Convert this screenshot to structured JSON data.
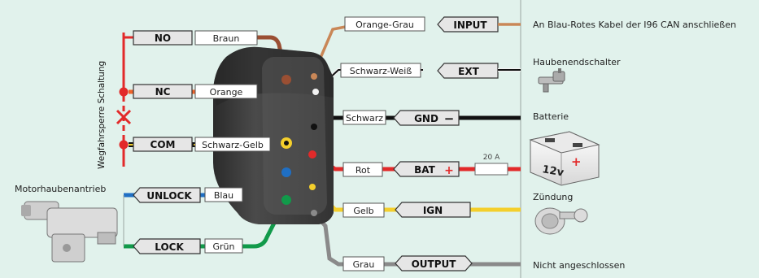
{
  "diagram": {
    "vertical_label": "Wegfahrsperre Schaltung",
    "left_terminals": {
      "no": {
        "code": "NO",
        "wire": "Braun"
      },
      "nc": {
        "code": "NC",
        "wire": "Orange"
      },
      "com": {
        "code": "COM",
        "wire": "Schwarz-Gelb"
      }
    },
    "actuator": {
      "title": "Motorhaubenantrieb",
      "unlock": {
        "code": "UNLOCK",
        "wire": "Blau"
      },
      "lock": {
        "code": "LOCK",
        "wire": "Grün"
      }
    },
    "right_terminals": {
      "input": {
        "code": "INPUT",
        "wire": "Orange-Grau"
      },
      "ext": {
        "code": "EXT",
        "wire": "Schwarz-Weiß"
      },
      "gnd": {
        "code": "GND",
        "sign": "−",
        "wire": "Schwarz"
      },
      "bat": {
        "code": "BAT",
        "sign": "+",
        "wire": "Rot",
        "fuse": "20 A"
      },
      "ign": {
        "code": "IGN",
        "wire": "Gelb"
      },
      "output": {
        "code": "OUTPUT",
        "wire": "Grau"
      }
    },
    "descriptions": {
      "input": "An Blau-Rotes Kabel der I96 CAN anschließen",
      "ext": "Haubenendschalter",
      "gnd": "Batterie",
      "ign": "Zündung",
      "output": "Nicht angeschlossen"
    },
    "battery_label": "12v",
    "battery_plus": "+",
    "colors": {
      "background": "#e1f2ec",
      "brown": "#9a4f33",
      "orange": "#f0632a",
      "black": "#111111",
      "yellow": "#f4cf2c",
      "red": "#e22a2a",
      "blue": "#1f6fc4",
      "green": "#119a4a",
      "grey": "#8a8a8a",
      "orange_grey": "#c98757",
      "module": "#3f3f3f"
    }
  }
}
